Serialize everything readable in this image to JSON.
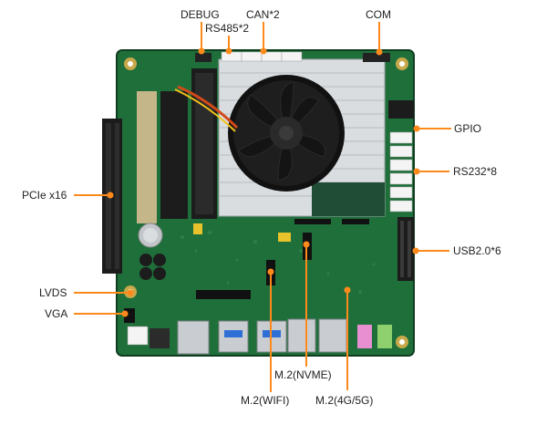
{
  "labels": {
    "debug": "DEBUG",
    "rs485": "RS485*2",
    "can": "CAN*2",
    "com": "COM",
    "gpio": "GPIO",
    "rs232": "RS232*8",
    "pcie": "PCIe x16",
    "usb20": "USB2.0*6",
    "lvds": "LVDS",
    "vga": "VGA",
    "m2_nvme": "M.2(NVME)",
    "m2_wifi": "M.2(WIFI)",
    "m2_4g5g": "M.2(4G/5G)"
  },
  "colors": {
    "callout": "#ff8a1c",
    "pcb": "#1f6f3a",
    "pcb_dark": "#164d29",
    "heatsink": "#d9dde0",
    "fan": "#1a1a1a",
    "slot": "#1c1c1c"
  }
}
